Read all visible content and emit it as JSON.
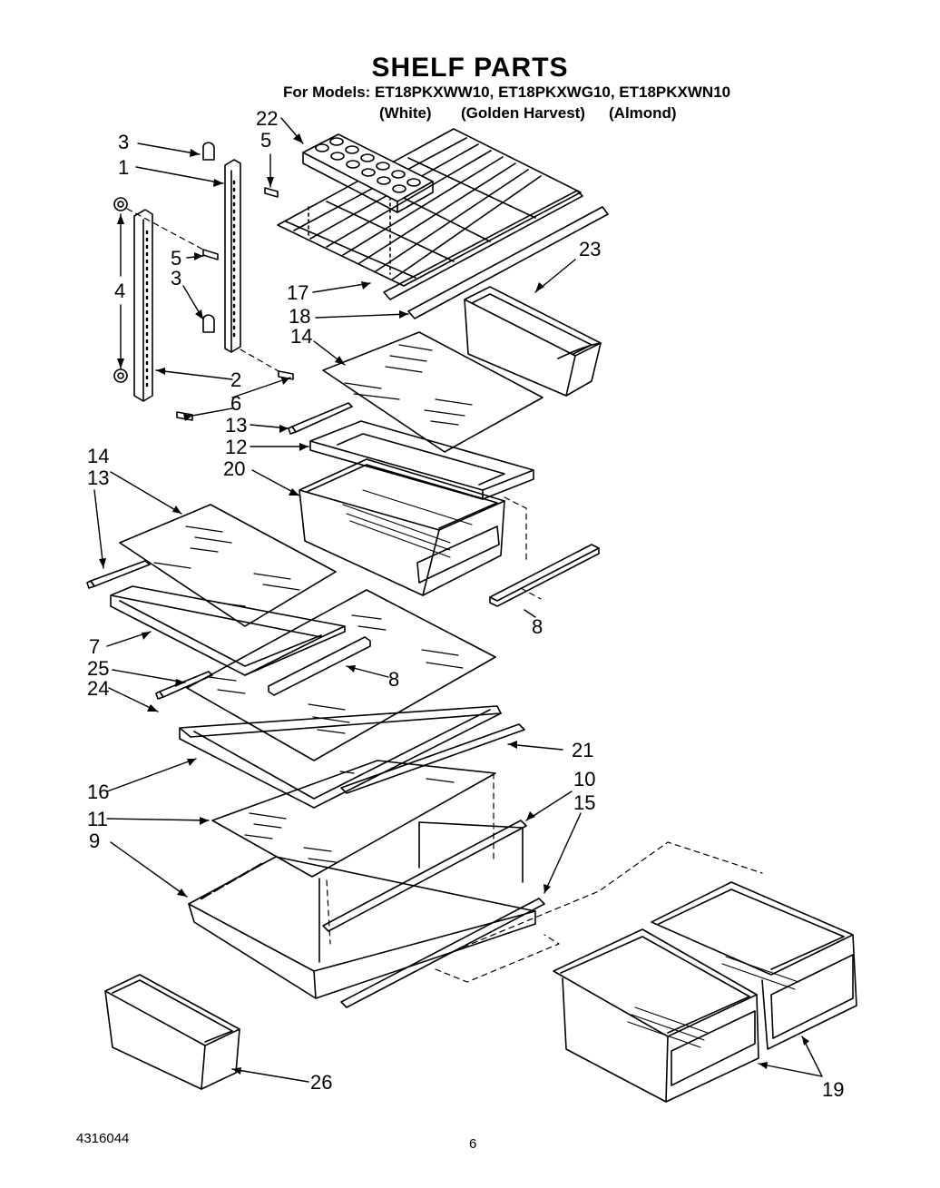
{
  "header": {
    "title": "SHELF PARTS",
    "models_line": "For Models: ET18PKXWW10, ET18PKXWG10, ET18PKXWN10",
    "color_white": "(White)",
    "color_golden": "(Golden Harvest)",
    "color_almond": "(Almond)"
  },
  "footer": {
    "part_number": "4316044",
    "page_number": "6"
  },
  "callouts": [
    {
      "id": "c3a",
      "text": "3"
    },
    {
      "id": "c1",
      "text": "1"
    },
    {
      "id": "c22",
      "text": "22"
    },
    {
      "id": "c5a",
      "text": "5"
    },
    {
      "id": "c5b",
      "text": "5"
    },
    {
      "id": "c3b",
      "text": "3"
    },
    {
      "id": "c4",
      "text": "4"
    },
    {
      "id": "c17",
      "text": "17"
    },
    {
      "id": "c18",
      "text": "18"
    },
    {
      "id": "c23",
      "text": "23"
    },
    {
      "id": "c14a",
      "text": "14"
    },
    {
      "id": "c2",
      "text": "2"
    },
    {
      "id": "c6",
      "text": "6"
    },
    {
      "id": "c13a",
      "text": "13"
    },
    {
      "id": "c12",
      "text": "12"
    },
    {
      "id": "c20",
      "text": "20"
    },
    {
      "id": "c14b",
      "text": "14"
    },
    {
      "id": "c13b",
      "text": "13"
    },
    {
      "id": "c7",
      "text": "7"
    },
    {
      "id": "c8a",
      "text": "8"
    },
    {
      "id": "c8b",
      "text": "8"
    },
    {
      "id": "c25",
      "text": "25"
    },
    {
      "id": "c24",
      "text": "24"
    },
    {
      "id": "c21",
      "text": "21"
    },
    {
      "id": "c10",
      "text": "10"
    },
    {
      "id": "c15",
      "text": "15"
    },
    {
      "id": "c16",
      "text": "16"
    },
    {
      "id": "c11",
      "text": "11"
    },
    {
      "id": "c9",
      "text": "9"
    },
    {
      "id": "c19",
      "text": "19"
    },
    {
      "id": "c26",
      "text": "26"
    }
  ]
}
